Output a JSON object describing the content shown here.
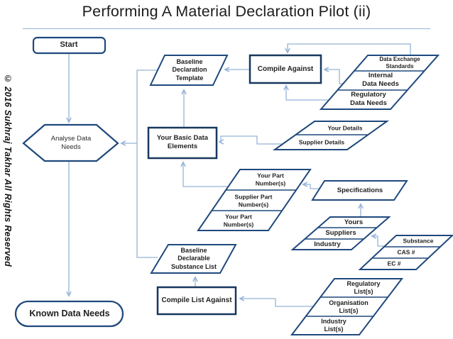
{
  "title": "Performing A Material Declaration Pilot (ii)",
  "copyright": "© 2016 Sukhraj Takhar All Rights Reserved",
  "colors": {
    "shape_border": "#1F497D",
    "shape_border_thick": "#17375E",
    "connector": "#95B3D7",
    "label_text": "#1f1f1f",
    "title_underline": "#95B3D7"
  },
  "nodes": {
    "start": "Start",
    "analyse": "Analyse Data\nNeeds",
    "known": "Known Data Needs",
    "template": "Baseline\nDeclaration\nTemplate",
    "compile_against": "Compile Against",
    "de_standards": "Data Exchange\nStandards",
    "internal_needs": "Internal\nData Needs",
    "regulatory_needs": "Regulatory\nData Needs",
    "basic_elements": "Your Basic Data\nElements",
    "your_details": "Your Details",
    "supplier_details": "Supplier Details",
    "your_part_1": "Your Part\nNumber(s)",
    "supplier_part": "Supplier Part\nNumber(s)",
    "your_part_2": "Your Part\nNumber(s)",
    "specifications": "Specifications",
    "yours": "Yours",
    "suppliers": "Suppliers",
    "industry": "Industry",
    "substance": "Substance",
    "cas": "CAS #",
    "ec": "EC #",
    "subst_list": "Baseline\nDeclarable\nSubstance List",
    "compile_list": "Compile List Against",
    "regulatory_lists": "Regulatory\nList(s)",
    "organisation_lists": "Organisation\nList(s)",
    "industry_lists": "Industry\nList(s)"
  }
}
